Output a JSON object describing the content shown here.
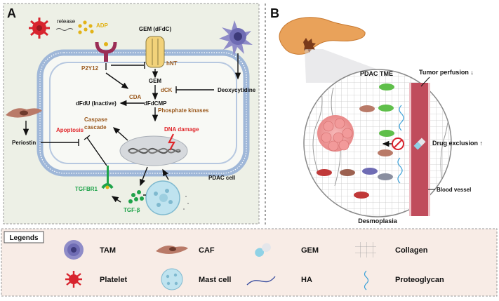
{
  "panel_a": {
    "letter": "A",
    "release": "release",
    "adp": "ADP",
    "gem_dfdc": "GEM (dFdC)",
    "p2y12": "P2Y12",
    "hnt": "hNT",
    "gem": "GEM",
    "dck": "dCK",
    "deoxycytidine": "Deoxycytidine",
    "dfdu": "dFdU (Inactive)",
    "cda": "CDA",
    "dfdcmp": "dFdCMP",
    "phosphate_kinases": "Phosphate kinases",
    "dna_damage": "DNA damage",
    "caspase_1": "Caspase",
    "caspase_2": "cascade",
    "apoptosis": "Apoptosis",
    "periostin": "Periostin",
    "tgfbr1": "TGFBR1",
    "tgf_beta": "TGF-β",
    "pdac_cell": "PDAC cell"
  },
  "panel_b": {
    "letter": "B",
    "pdac_tme": "PDAC TME",
    "tumor_perfusion": "Tumor perfusion ↓",
    "drug_exclusion": "Drug exclusion ↑",
    "blood_vessel": "Blood vessel",
    "desmoplasia": "Desmoplasia"
  },
  "legends": {
    "title": "Legends",
    "items": [
      "TAM",
      "CAF",
      "GEM",
      "Collagen",
      "Platelet",
      "Mast cell",
      "HA",
      "Proteoglycan"
    ]
  },
  "colors": {
    "panel_a_bg": "#edf0e6",
    "legend_bg": "#f8ece6",
    "brown_label": "#9b5a1e",
    "red_label": "#e0262a",
    "green_label": "#1fa34a",
    "adp": "#e2b318",
    "tam": "#6f6cb4",
    "platelet": "#d8242e",
    "caf": "#9c6150",
    "vessel": "#c04c5c"
  }
}
